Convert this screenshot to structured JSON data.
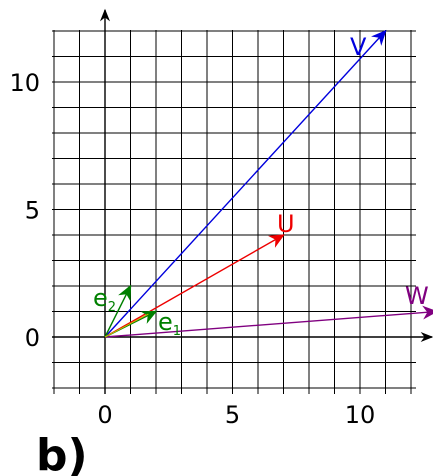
{
  "panel_label": "b)",
  "axes": {
    "x_ticks": [
      {
        "value": 0,
        "label": "0"
      },
      {
        "value": 5,
        "label": "5"
      },
      {
        "value": 10,
        "label": "10"
      }
    ],
    "y_ticks": [
      {
        "value": 0,
        "label": "0"
      },
      {
        "value": 5,
        "label": "5"
      },
      {
        "value": 10,
        "label": "10"
      }
    ],
    "grid_x_range": [
      -2,
      12
    ],
    "grid_y_range": [
      -2,
      12
    ],
    "grid": true
  },
  "vectors": [
    {
      "id": "v",
      "label": "V",
      "subscript": "",
      "x": 11,
      "y": 12,
      "color": "#0000dd"
    },
    {
      "id": "u",
      "label": "U",
      "subscript": "",
      "x": 7,
      "y": 4,
      "color": "#ee0000"
    },
    {
      "id": "w",
      "label": "W",
      "subscript": "",
      "x": 13,
      "y": 1,
      "color": "#800080"
    },
    {
      "id": "e1",
      "label": "e",
      "subscript": "1",
      "x": 2,
      "y": 1,
      "color": "#008000"
    },
    {
      "id": "e2",
      "label": "e",
      "subscript": "2",
      "x": 1,
      "y": 2,
      "color": "#008000"
    }
  ],
  "colors": {
    "grid": "#000000",
    "axis": "#000000",
    "blue": "#0000dd",
    "red": "#ee0000",
    "purple": "#800080",
    "green": "#008000",
    "yellow_trace": "#c8b400"
  }
}
